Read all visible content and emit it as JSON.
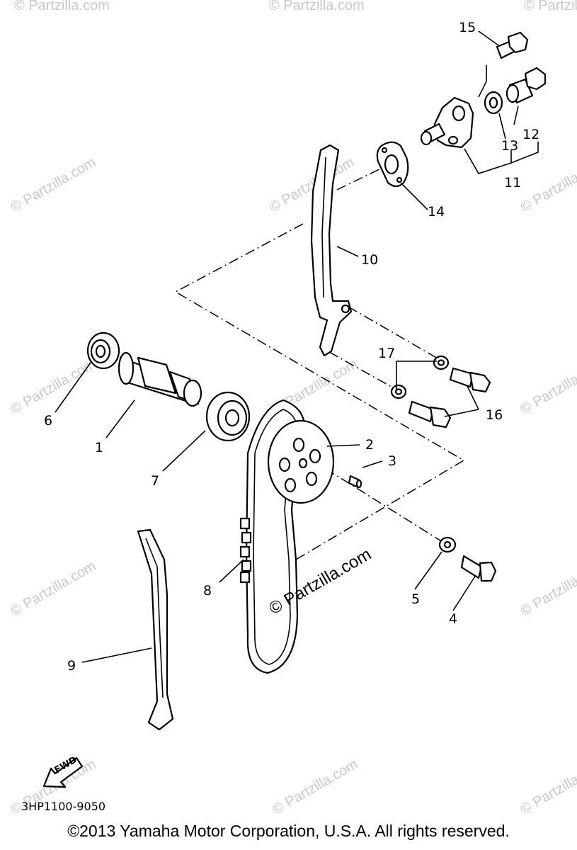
{
  "watermark": "© Partzilla.com",
  "copyright": "©2013  Yamaha Motor Corporation, U.S.A. All rights reserved.",
  "diagram_code": "3HP1100-9050",
  "fwd_label": "FWD",
  "callouts": {
    "p1": "1",
    "p2": "2",
    "p3": "3",
    "p4": "4",
    "p5": "5",
    "p6": "6",
    "p7": "7",
    "p8": "8",
    "p9": "9",
    "p10": "10",
    "p11": "11",
    "p12": "12",
    "p13": "13",
    "p14": "14",
    "p15": "15",
    "p16": "16",
    "p17": "17"
  }
}
